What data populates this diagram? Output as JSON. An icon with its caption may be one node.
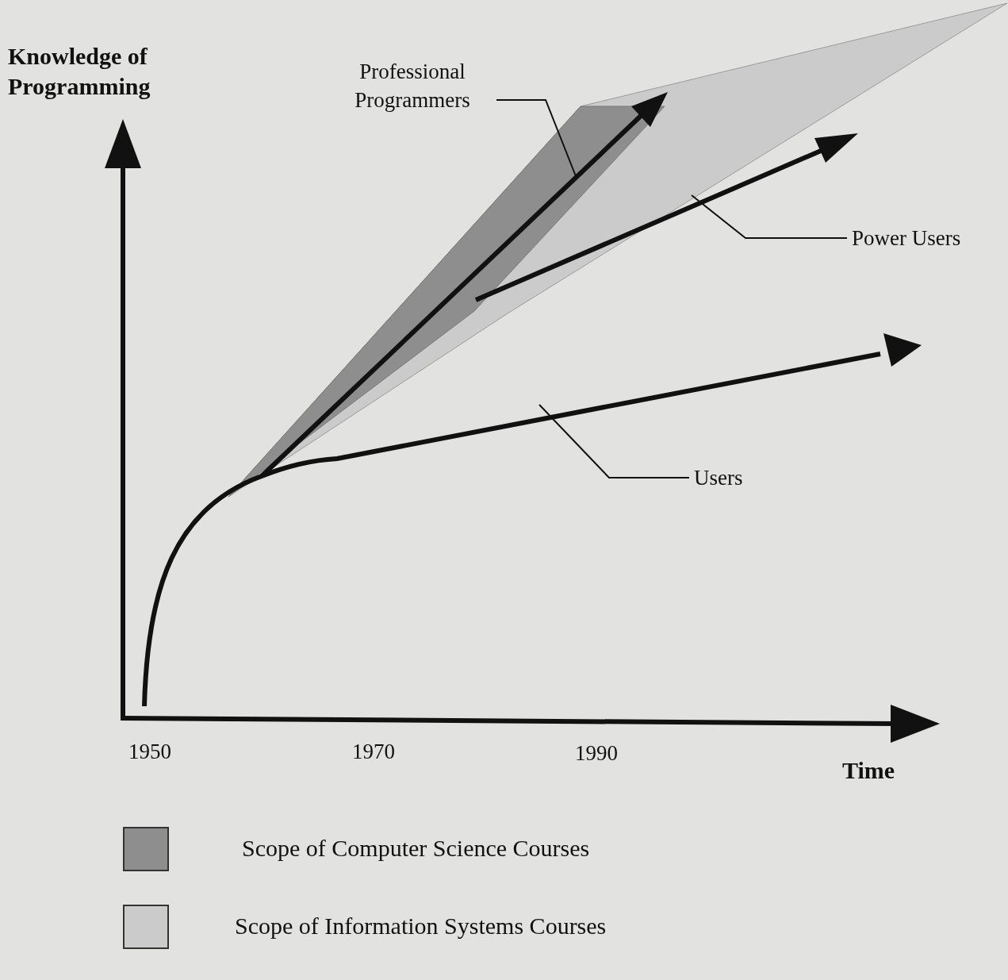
{
  "diagram": {
    "nodes": [
      {
        "text": [
          "Professional Programmers"
        ]
      },
      {
        "text": [
          "Power Users"
        ]
      },
      {
        "text": [
          "Users"
        ]
      }
    ],
    "edges": [
      {
        "from": 0,
        "to": null,
        "arrow": "none"
      },
      {
        "from": 1,
        "to": null,
        "arrow": "none"
      },
      {
        "from": 2,
        "to": null,
        "arrow": "none"
      }
    ],
    "labels": [
      "Knowledge of Programming",
      "1950",
      "1970",
      "1990",
      "Time"
    ],
    "legend": [
      {
        "text": "Scope of Computer Science Courses",
        "color": "#8e8e8e"
      },
      {
        "text": "Scope of Information Systems Courses",
        "color": "#cbcbcb"
      }
    ]
  }
}
